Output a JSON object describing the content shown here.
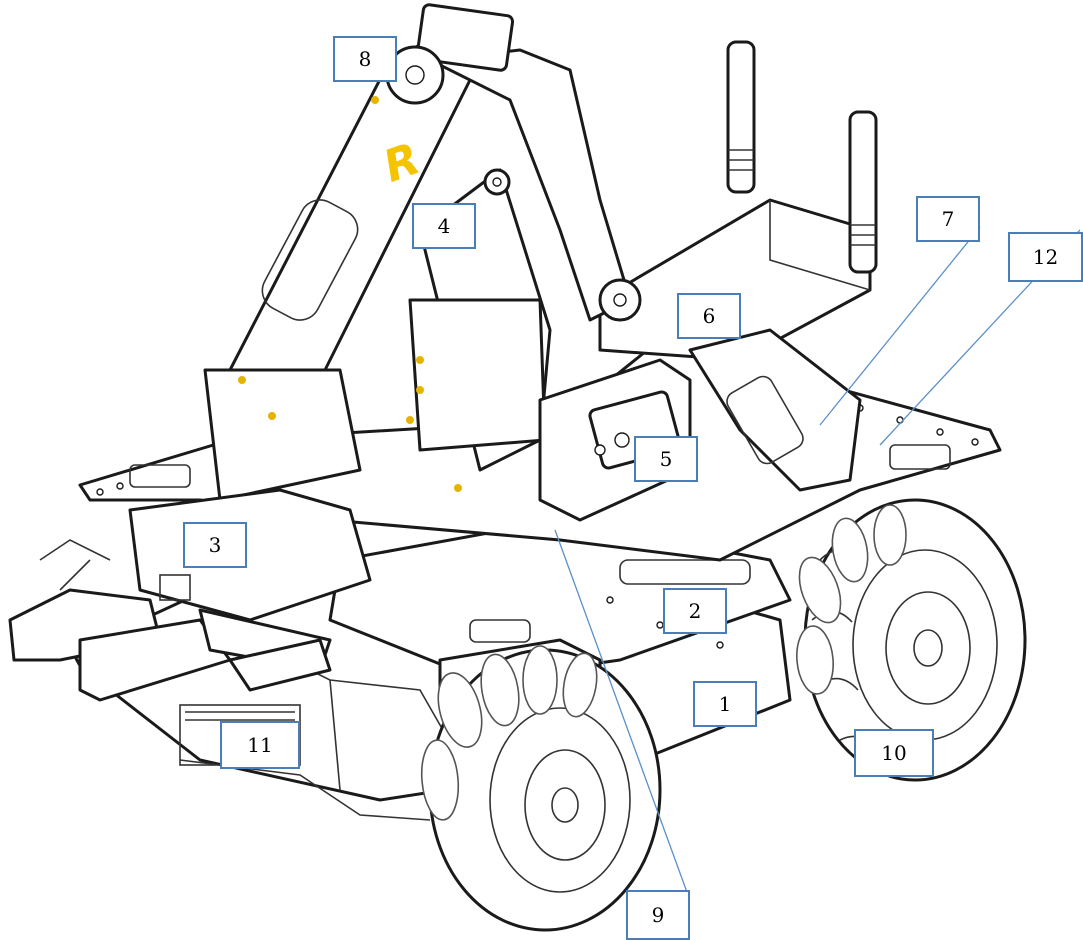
{
  "callouts": [
    {
      "id": "1",
      "label": "1"
    },
    {
      "id": "2",
      "label": "2"
    },
    {
      "id": "3",
      "label": "3"
    },
    {
      "id": "4",
      "label": "4"
    },
    {
      "id": "5",
      "label": "5"
    },
    {
      "id": "6",
      "label": "6"
    },
    {
      "id": "7",
      "label": "7"
    },
    {
      "id": "8",
      "label": "8"
    },
    {
      "id": "9",
      "label": "9"
    },
    {
      "id": "10",
      "label": "10"
    },
    {
      "id": "11",
      "label": "11"
    },
    {
      "id": "12",
      "label": "12"
    }
  ],
  "logo": {
    "text": "R",
    "color": "#f5c400"
  },
  "colors": {
    "callout_border": "#4a7eb8",
    "leader_line": "#5b8fc9",
    "bolts": "#e5b400"
  }
}
